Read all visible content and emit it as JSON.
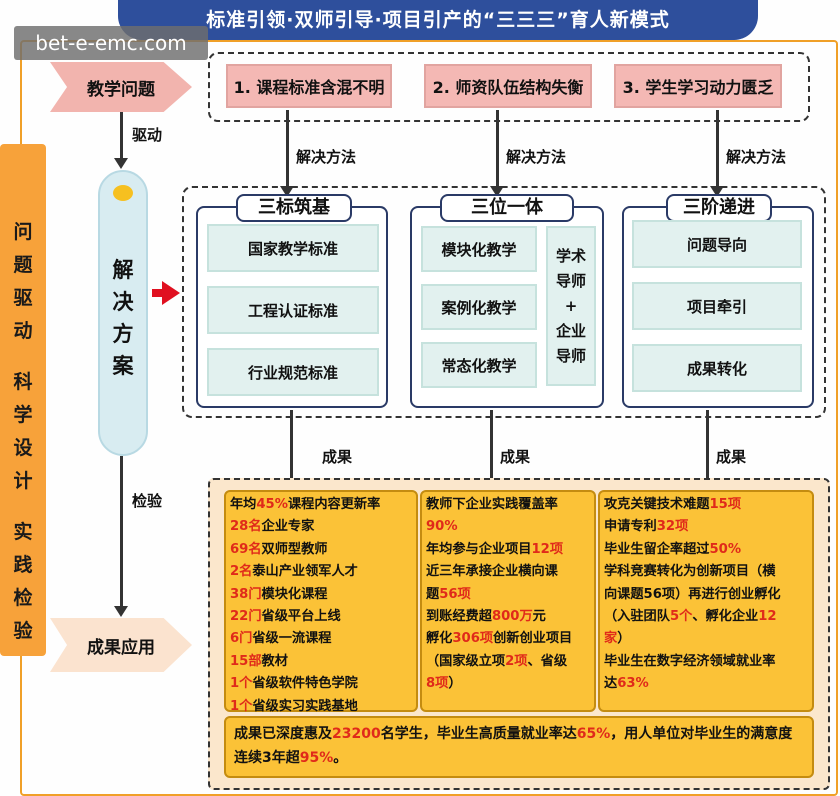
{
  "title": "标准引领·双师引导·项目引产的“三三三”育人新模式",
  "watermark": "bet-e-emc.com",
  "side_label": [
    "问题驱动",
    "科学设计",
    "实践检验"
  ],
  "flow": {
    "problem_node": "教学问题",
    "drive_label": "驱动",
    "solution_node": [
      "解",
      "决",
      "方",
      "案"
    ],
    "check_label": "检验",
    "apply_node": "成果应用"
  },
  "problems": [
    "1. 课程标准含混不明",
    "2. 师资队伍结构失衡",
    "3. 学生学习动力匮乏"
  ],
  "method_label": "解决方法",
  "result_label": "成果",
  "columns": [
    {
      "title": "三标筑基",
      "items": [
        "国家教学标准",
        "工程认证标准",
        "行业规范标准"
      ]
    },
    {
      "title": "三位一体",
      "items": [
        "模块化教学",
        "案例化教学",
        "常态化教学"
      ],
      "side_items": [
        "学术",
        "导师",
        "+",
        "企业",
        "导师"
      ]
    },
    {
      "title": "三阶递进",
      "items": [
        "问题导向",
        "项目牵引",
        "成果转化"
      ]
    }
  ],
  "outcomes": [
    [
      [
        {
          "t": "年均"
        },
        {
          "t": "45%",
          "r": true
        },
        {
          "t": "课程内容更新率"
        }
      ],
      [
        {
          "t": "28名",
          "r": true
        },
        {
          "t": "企业专家"
        }
      ],
      [
        {
          "t": "69名",
          "r": true
        },
        {
          "t": "双师型教师"
        }
      ],
      [
        {
          "t": "2名",
          "r": true
        },
        {
          "t": "泰山产业领军人才"
        }
      ],
      [
        {
          "t": "38门",
          "r": true
        },
        {
          "t": "模块化课程"
        }
      ],
      [
        {
          "t": "22门",
          "r": true
        },
        {
          "t": "省级平台上线"
        }
      ],
      [
        {
          "t": "6门",
          "r": true
        },
        {
          "t": "省级一流课程"
        }
      ],
      [
        {
          "t": "15部",
          "r": true
        },
        {
          "t": "教材"
        }
      ],
      [
        {
          "t": "1个",
          "r": true
        },
        {
          "t": "省级软件特色学院"
        }
      ],
      [
        {
          "t": "1个",
          "r": true
        },
        {
          "t": "省级实习实践基地"
        }
      ]
    ],
    [
      [
        {
          "t": "教师下企业实践覆盖率"
        }
      ],
      [
        {
          "t": "90%",
          "r": true
        }
      ],
      [
        {
          "t": "年均参与企业项目"
        },
        {
          "t": "12项",
          "r": true
        }
      ],
      [
        {
          "t": "近三年承接企业横向课"
        }
      ],
      [
        {
          "t": "题"
        },
        {
          "t": "56项",
          "r": true
        }
      ],
      [
        {
          "t": "到账经费超"
        },
        {
          "t": "800万",
          "r": true
        },
        {
          "t": "元"
        }
      ],
      [
        {
          "t": "孵化"
        },
        {
          "t": "306项",
          "r": true
        },
        {
          "t": "创新创业项目"
        }
      ],
      [
        {
          "t": "（国家级立项"
        },
        {
          "t": "2项",
          "r": true
        },
        {
          "t": "、省级"
        }
      ],
      [
        {
          "t": "8项",
          "r": true
        },
        {
          "t": "）"
        }
      ]
    ],
    [
      [
        {
          "t": "攻克关键技术难题"
        },
        {
          "t": "15项",
          "r": true
        }
      ],
      [
        {
          "t": "申请专利"
        },
        {
          "t": "32项",
          "r": true
        }
      ],
      [
        {
          "t": "毕业生留企率超过"
        },
        {
          "t": "50%",
          "r": true
        }
      ],
      [
        {
          "t": "学科竞赛转化为创新项目（横"
        }
      ],
      [
        {
          "t": "向课题56项）再进行创业孵化"
        }
      ],
      [
        {
          "t": "（入驻团队"
        },
        {
          "t": "5个",
          "r": true
        },
        {
          "t": "、孵化企业"
        },
        {
          "t": "12",
          "r": true
        }
      ],
      [
        {
          "t": "家",
          "r": true
        },
        {
          "t": "）"
        }
      ],
      [
        {
          "t": "毕业生在数字经济领域就业率"
        }
      ],
      [
        {
          "t": "达"
        },
        {
          "t": "63%",
          "r": true
        }
      ]
    ]
  ],
  "summary": [
    [
      {
        "t": "成果已深度惠及"
      },
      {
        "t": "23200",
        "r": true
      },
      {
        "t": "名学生，毕业生高质量就业率达"
      },
      {
        "t": "65%",
        "r": true
      },
      {
        "t": "，用人单位对毕业生的满"
      }
    ],
    [
      {
        "t": "意度连续3年超"
      },
      {
        "t": "95%",
        "r": true
      },
      {
        "t": "。"
      }
    ]
  ],
  "colors": {
    "accent_red": "#e02a1a",
    "banner_blue": "#2e4f9c",
    "outcome_yellow": "#fbc237",
    "side_orange": "#f7a23a"
  }
}
